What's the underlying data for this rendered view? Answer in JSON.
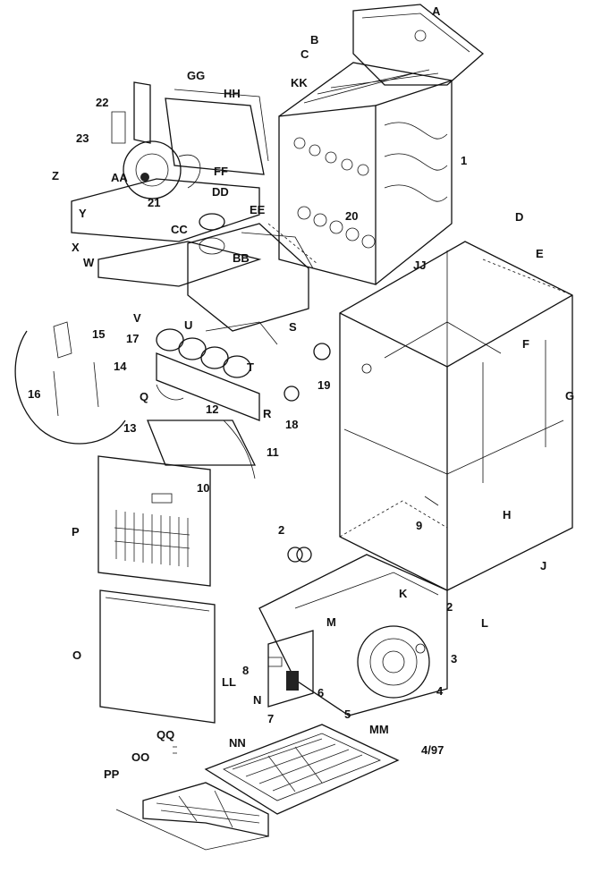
{
  "diagram": {
    "date_code": "4/97",
    "callouts": [
      "A",
      "B",
      "C",
      "KK",
      "GG",
      "HH",
      "22",
      "23",
      "Z",
      "AA",
      "FF",
      "21",
      "DD",
      "1",
      "EE",
      "CC",
      "20",
      "Y",
      "X",
      "W",
      "BB",
      "JJ",
      "D",
      "E",
      "V",
      "U",
      "S",
      "15",
      "17",
      "T",
      "F",
      "14",
      "19",
      "Q",
      "R",
      "G",
      "16",
      "13",
      "12",
      "18",
      "11",
      "10",
      "9",
      "H",
      "P",
      "2",
      "J",
      "K",
      "L",
      "M",
      "O",
      "8",
      "LL",
      "N",
      "6",
      "3",
      "4",
      "7",
      "5",
      "QQ",
      "NN",
      "MM",
      "OO",
      "PP"
    ]
  }
}
